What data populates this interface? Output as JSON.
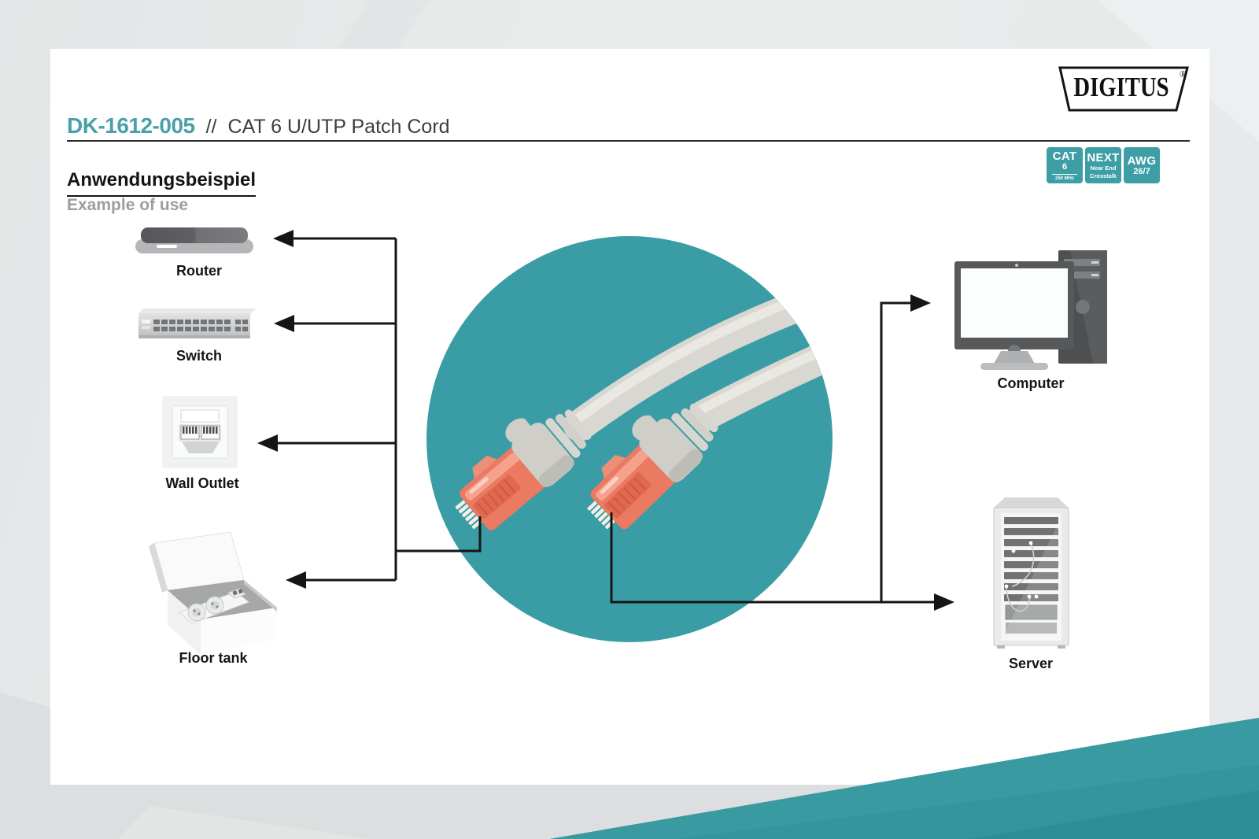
{
  "header": {
    "product_code": "DK-1612-005",
    "separator": "//",
    "product_title": "CAT 6 U/UTP Patch Cord"
  },
  "brand": {
    "name": "DIGITUS",
    "registered": "®"
  },
  "badges": [
    {
      "top": "CAT",
      "mid": "6",
      "bottom": "250 MHz"
    },
    {
      "top": "NEXT",
      "mid": "Near End",
      "bottom": "Crosstalk"
    },
    {
      "top": "AWG",
      "mid": "26/7",
      "bottom": ""
    }
  ],
  "section": {
    "title_de": "Anwendungsbeispiel",
    "title_en": "Example of use"
  },
  "devices": {
    "left": [
      {
        "label": "Router"
      },
      {
        "label": "Switch"
      },
      {
        "label": "Wall Outlet"
      },
      {
        "label": "Floor tank"
      }
    ],
    "right": [
      {
        "label": "Computer"
      },
      {
        "label": "Server"
      }
    ]
  },
  "colors": {
    "accent_teal": "#3a9da5",
    "badge_teal": "#3d9ea5",
    "code_teal": "#4aa0a8",
    "line_black": "#151515",
    "connector_orange": "#ea7a61"
  }
}
